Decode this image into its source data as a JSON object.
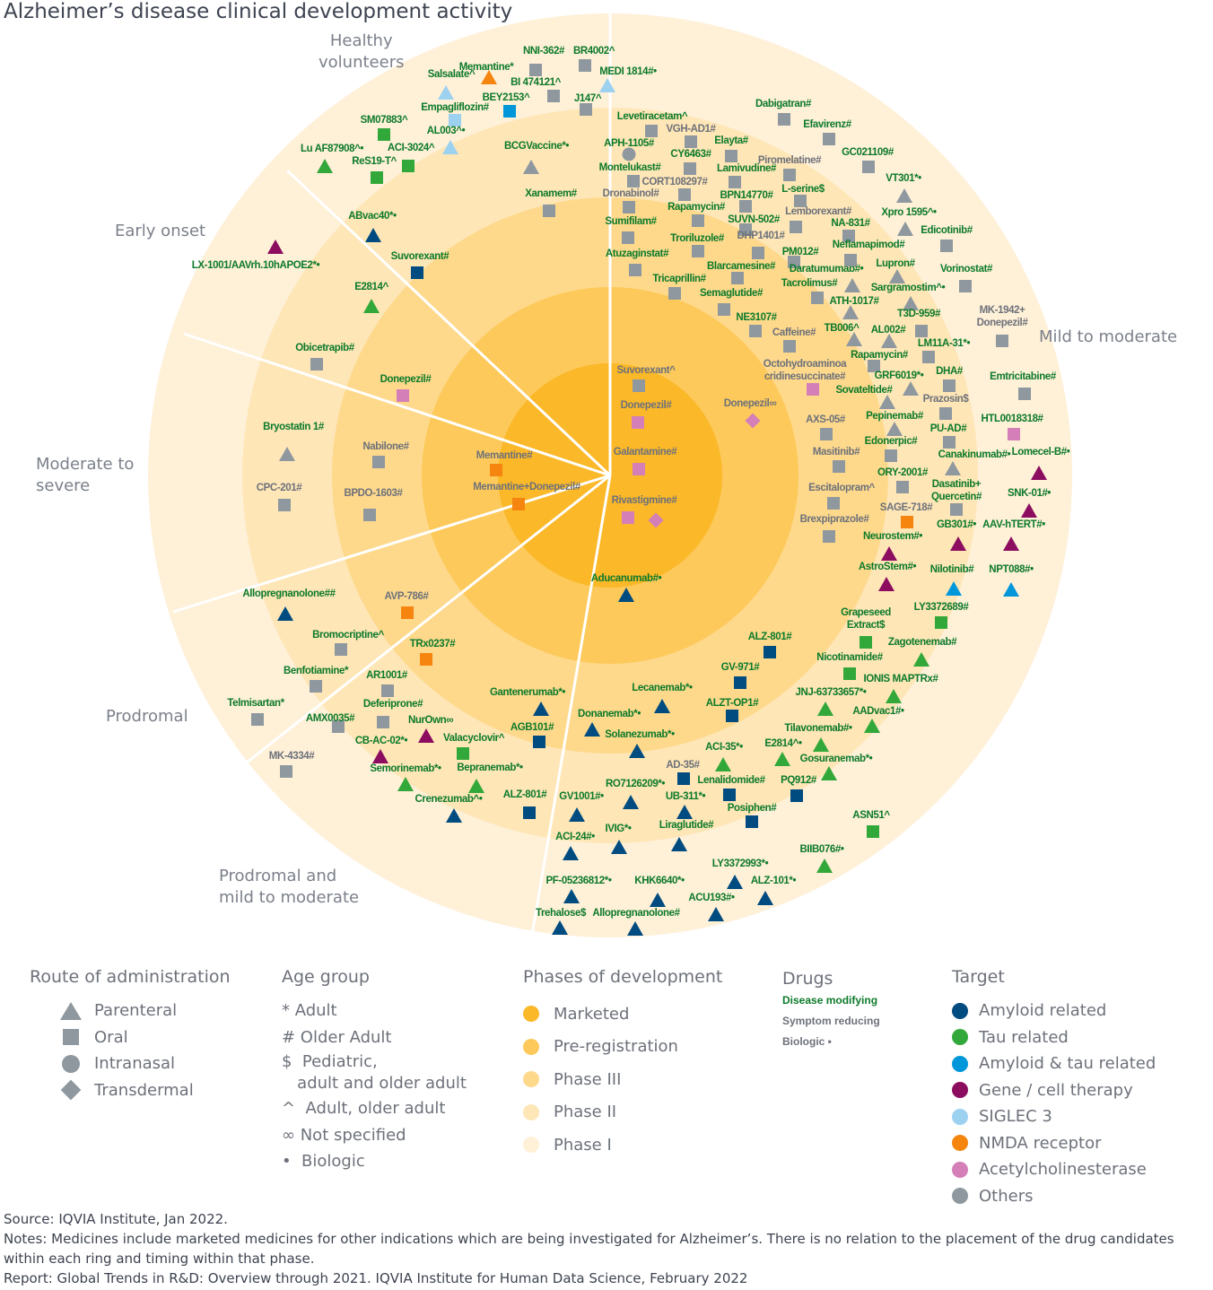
{
  "title": "Alzheimer’s disease clinical development activity",
  "segments": {
    "healthy": "Healthy\nvolunteers",
    "early": "Early onset",
    "severe": "Moderate to\nsevere",
    "prodromal": "Prodromal",
    "prod_mild": "Prodromal and\nmild to moderate",
    "mild": "Mild to moderate"
  },
  "phases": [
    {
      "name": "Marketed",
      "color": "#fbb829"
    },
    {
      "name": "Pre-registration",
      "color": "#fdc95a"
    },
    {
      "name": "Phase III",
      "color": "#fed98c"
    },
    {
      "name": "Phase II",
      "color": "#fee6b7"
    },
    {
      "name": "Phase I",
      "color": "#fff0d8"
    }
  ],
  "targets": [
    {
      "key": "amyloid",
      "name": "Amyloid related",
      "color": "#004b7f"
    },
    {
      "key": "tau",
      "name": "Tau related",
      "color": "#33a83a"
    },
    {
      "key": "both",
      "name": "Amyloid & tau related",
      "color": "#0097da"
    },
    {
      "key": "gene",
      "name": "Gene / cell therapy",
      "color": "#8c0d60"
    },
    {
      "key": "siglec",
      "name": "SIGLEC 3",
      "color": "#9dd1f0"
    },
    {
      "key": "nmda",
      "name": "NMDA receptor",
      "color": "#f5850f"
    },
    {
      "key": "ache",
      "name": "Acetylcholinesterase",
      "color": "#d47fb8"
    },
    {
      "key": "other",
      "name": "Others",
      "color": "#8e989e"
    }
  ],
  "legend": {
    "route_title": "Route of administration",
    "routes": [
      "Parenteral",
      "Oral",
      "Intranasal",
      "Transdermal"
    ],
    "age_title": "Age group",
    "ages": [
      "* Adult",
      "# Older Adult",
      "$  Pediatric,\n   adult and older adult",
      "^  Adult, older adult",
      "∞ Not specified",
      "•  Biologic"
    ],
    "phase_title": "Phases of development",
    "drugs_title": "Drugs",
    "drugs": [
      "Disease modifying",
      "Symptom reducing",
      "Biologic •"
    ],
    "target_title": "Target"
  },
  "drugs": [
    {
      "n": "Memantine*",
      "s": "T",
      "t": "nmda",
      "c": "dm"
    },
    {
      "n": "NNI-362#",
      "s": "S",
      "t": "other",
      "c": "dm"
    },
    {
      "n": "BR4002^",
      "s": "S",
      "t": "other",
      "c": "dm"
    },
    {
      "n": "Salsalate^",
      "s": "T",
      "t": "siglec",
      "c": "dm"
    },
    {
      "n": "BI 474121^",
      "s": "S",
      "t": "other",
      "c": "dm"
    },
    {
      "n": "MEDI 1814#•",
      "s": "T",
      "t": "siglec",
      "c": "dm"
    },
    {
      "n": "BEY2153^",
      "s": "S",
      "t": "both",
      "c": "dm"
    },
    {
      "n": "J147^",
      "s": "S",
      "t": "other",
      "c": "dm"
    },
    {
      "n": "Empagliflozin#",
      "s": "S",
      "t": "siglec",
      "c": "dm"
    },
    {
      "n": "SM07883^",
      "s": "S",
      "t": "tau",
      "c": "dm"
    },
    {
      "n": "AL003^•",
      "s": "T",
      "t": "siglec",
      "c": "dm"
    },
    {
      "n": "Lu AF87908^•",
      "s": "T",
      "t": "tau",
      "c": "dm"
    },
    {
      "n": "ACI-3024^",
      "s": "S",
      "t": "tau",
      "c": "dm"
    },
    {
      "n": "ReS19-T^",
      "s": "S",
      "t": "tau",
      "c": "dm"
    },
    {
      "n": "BCGVaccine*•",
      "s": "T",
      "t": "other",
      "c": "dm"
    },
    {
      "n": "Xanamem#",
      "s": "S",
      "t": "other",
      "c": "dm"
    },
    {
      "n": "ABvac40*•",
      "s": "T",
      "t": "amyloid",
      "c": "dm"
    },
    {
      "n": "LX-1001/AAVrh.10hAPOE2*•",
      "s": "T",
      "t": "gene",
      "c": "dm"
    },
    {
      "n": "Suvorexant#",
      "s": "S",
      "t": "amyloid",
      "c": "dm"
    },
    {
      "n": "E2814^",
      "s": "T",
      "t": "tau",
      "c": "dm"
    },
    {
      "n": "Levetiracetam^",
      "s": "S",
      "t": "other",
      "c": "dm"
    },
    {
      "n": "VGH-AD1#",
      "s": "S",
      "t": "other",
      "c": "sr"
    },
    {
      "n": "APH-1105#",
      "s": "C",
      "t": "other",
      "c": "dm"
    },
    {
      "n": "Elayta#",
      "s": "S",
      "t": "other",
      "c": "dm"
    },
    {
      "n": "CY6463#",
      "s": "S",
      "t": "other",
      "c": "dm"
    },
    {
      "n": "Montelukast#",
      "s": "S",
      "t": "other",
      "c": "dm"
    },
    {
      "n": "Lamivudine#",
      "s": "S",
      "t": "other",
      "c": "dm"
    },
    {
      "n": "CORT108297#",
      "s": "S",
      "t": "other",
      "c": "sr"
    },
    {
      "n": "Piromelatine#",
      "s": "S",
      "t": "other",
      "c": "sr"
    },
    {
      "n": "Dronabinol#",
      "s": "S",
      "t": "other",
      "c": "sr"
    },
    {
      "n": "BPN14770#",
      "s": "S",
      "t": "other",
      "c": "dm"
    },
    {
      "n": "L-serine$",
      "s": "S",
      "t": "other",
      "c": "dm"
    },
    {
      "n": "Rapamycin#",
      "s": "S",
      "t": "other",
      "c": "dm"
    },
    {
      "n": "SUVN-502#",
      "s": "S",
      "t": "other",
      "c": "dm"
    },
    {
      "n": "Lemborexant#",
      "s": "S",
      "t": "other",
      "c": "sr"
    },
    {
      "n": "Sumifilam#",
      "s": "S",
      "t": "other",
      "c": "dm"
    },
    {
      "n": "Troriluzole#",
      "s": "S",
      "t": "other",
      "c": "dm"
    },
    {
      "n": "DHP1401#",
      "s": "S",
      "t": "other",
      "c": "sr"
    },
    {
      "n": "PM012#",
      "s": "S",
      "t": "other",
      "c": "dm"
    },
    {
      "n": "Atuzaginstat#",
      "s": "S",
      "t": "other",
      "c": "dm"
    },
    {
      "n": "Blarcamesine#",
      "s": "S",
      "t": "other",
      "c": "dm"
    },
    {
      "n": "Tricaprillin#",
      "s": "S",
      "t": "other",
      "c": "dm"
    },
    {
      "n": "Semaglutide#",
      "s": "S",
      "t": "other",
      "c": "dm"
    },
    {
      "n": "Daratumumab#•",
      "s": "T",
      "t": "other",
      "c": "dm"
    },
    {
      "n": "Tacrolimus#",
      "s": "S",
      "t": "other",
      "c": "dm"
    },
    {
      "n": "NE3107#",
      "s": "S",
      "t": "other",
      "c": "dm"
    },
    {
      "n": "Caffeine#",
      "s": "S",
      "t": "other",
      "c": "sr"
    },
    {
      "n": "Dabigatran#",
      "s": "S",
      "t": "other",
      "c": "dm"
    },
    {
      "n": "Efavirenz#",
      "s": "S",
      "t": "other",
      "c": "dm"
    },
    {
      "n": "GC021109#",
      "s": "S",
      "t": "other",
      "c": "dm"
    },
    {
      "n": "VT301*•",
      "s": "T",
      "t": "other",
      "c": "dm"
    },
    {
      "n": "NA-831#",
      "s": "S",
      "t": "other",
      "c": "dm"
    },
    {
      "n": "Xpro 1595^•",
      "s": "T",
      "t": "other",
      "c": "dm"
    },
    {
      "n": "Edicotinib#",
      "s": "S",
      "t": "other",
      "c": "dm"
    },
    {
      "n": "Neflamapimod#",
      "s": "S",
      "t": "other",
      "c": "dm"
    },
    {
      "n": "Lupron#",
      "s": "T",
      "t": "other",
      "c": "dm"
    },
    {
      "n": "Vorinostat#",
      "s": "S",
      "t": "other",
      "c": "dm"
    },
    {
      "n": "Sargramostim^•",
      "s": "T",
      "t": "other",
      "c": "dm"
    },
    {
      "n": "ATH-1017#",
      "s": "T",
      "t": "other",
      "c": "dm"
    },
    {
      "n": "T3D-959#",
      "s": "S",
      "t": "other",
      "c": "dm"
    },
    {
      "n": "TB006^",
      "s": "T",
      "t": "other",
      "c": "dm"
    },
    {
      "n": "AL002#",
      "s": "T",
      "t": "other",
      "c": "dm"
    },
    {
      "n": "LM11A-31*•",
      "s": "S",
      "t": "other",
      "c": "dm"
    },
    {
      "n": "Rapamycin#",
      "s": "S",
      "t": "other",
      "c": "dm"
    },
    {
      "n": "MK-1942+\nDonepezil#",
      "s": "S",
      "t": "other",
      "c": "sr"
    },
    {
      "n": "Octohydroaminoa\ncridinesuccinate#",
      "s": "S",
      "t": "ache",
      "c": "sr"
    },
    {
      "n": "GRF6019*•",
      "s": "T",
      "t": "other",
      "c": "dm"
    },
    {
      "n": "DHA#",
      "s": "S",
      "t": "other",
      "c": "dm"
    },
    {
      "n": "Sovateltide#",
      "s": "T",
      "t": "other",
      "c": "dm"
    },
    {
      "n": "Emtricitabine#",
      "s": "S",
      "t": "other",
      "c": "dm"
    },
    {
      "n": "Prazosin$",
      "s": "S",
      "t": "other",
      "c": "sr"
    },
    {
      "n": "Pepinemab#",
      "s": "T",
      "t": "other",
      "c": "dm"
    },
    {
      "n": "HTL0018318#",
      "s": "S",
      "t": "ache",
      "c": "dm"
    },
    {
      "n": "AXS-05#",
      "s": "S",
      "t": "other",
      "c": "sr"
    },
    {
      "n": "PU-AD#",
      "s": "S",
      "t": "other",
      "c": "dm"
    },
    {
      "n": "Edonerpic#",
      "s": "S",
      "t": "other",
      "c": "dm"
    },
    {
      "n": "Masitinib#",
      "s": "S",
      "t": "other",
      "c": "sr"
    },
    {
      "n": "Canakinumab#•",
      "s": "T",
      "t": "other",
      "c": "dm"
    },
    {
      "n": "Lomecel-B#•",
      "s": "T",
      "t": "gene",
      "c": "dm"
    },
    {
      "n": "ORY-2001#",
      "s": "S",
      "t": "other",
      "c": "dm"
    },
    {
      "n": "Dasatinib+\nQuercetin#",
      "s": "S",
      "t": "other",
      "c": "dm"
    },
    {
      "n": "Escitalopram^",
      "s": "S",
      "t": "other",
      "c": "sr"
    },
    {
      "n": "SNK-01#•",
      "s": "T",
      "t": "gene",
      "c": "dm"
    },
    {
      "n": "SAGE-718#",
      "s": "S",
      "t": "nmda",
      "c": "sr"
    },
    {
      "n": "Brexpiprazole#",
      "s": "S",
      "t": "other",
      "c": "sr"
    },
    {
      "n": "GB301#•",
      "s": "T",
      "t": "gene",
      "c": "dm"
    },
    {
      "n": "AAV-hTERT#•",
      "s": "T",
      "t": "gene",
      "c": "dm"
    },
    {
      "n": "Neurostem#•",
      "s": "T",
      "t": "gene",
      "c": "dm"
    },
    {
      "n": "AstroStem#•",
      "s": "T",
      "t": "gene",
      "c": "dm"
    },
    {
      "n": "Nilotinib#",
      "s": "T",
      "t": "both",
      "c": "dm"
    },
    {
      "n": "NPT088#•",
      "s": "T",
      "t": "both",
      "c": "dm"
    },
    {
      "n": "Suvorexant^",
      "s": "S",
      "t": "other",
      "c": "sr"
    },
    {
      "n": "Donepezil#",
      "s": "S",
      "t": "ache",
      "c": "sr"
    },
    {
      "n": "Donepezil∞",
      "s": "D",
      "t": "ache",
      "c": "sr"
    },
    {
      "n": "Galantamine#",
      "s": "S",
      "t": "ache",
      "c": "sr"
    },
    {
      "n": "Rivastigmine#",
      "s": "S",
      "s2": "D",
      "t": "ache",
      "c": "sr"
    },
    {
      "n": "Memantine#",
      "s": "S",
      "t": "nmda",
      "c": "sr"
    },
    {
      "n": "Memantine+Donepezil#",
      "s": "S",
      "t": "nmda",
      "c": "sr"
    },
    {
      "n": "Aducanumab#•",
      "s": "T",
      "t": "amyloid",
      "c": "dm"
    },
    {
      "n": "Donepezil#",
      "s": "S",
      "t": "ache",
      "c": "dm"
    },
    {
      "n": "Obicetrapib#",
      "s": "S",
      "t": "other",
      "c": "dm"
    },
    {
      "n": "Bryostatin 1#",
      "s": "T",
      "t": "other",
      "c": "dm"
    },
    {
      "n": "Nabilone#",
      "s": "S",
      "t": "other",
      "c": "sr"
    },
    {
      "n": "CPC-201#",
      "s": "S",
      "t": "other",
      "c": "sr"
    },
    {
      "n": "BPDO-1603#",
      "s": "S",
      "t": "other",
      "c": "sr"
    },
    {
      "n": "Allopregnanolone##",
      "s": "T",
      "t": "amyloid",
      "c": "dm"
    },
    {
      "n": "AVP-786#",
      "s": "S",
      "t": "nmda",
      "c": "sr"
    },
    {
      "n": "Bromocriptine^",
      "s": "S",
      "t": "other",
      "c": "dm"
    },
    {
      "n": "TRx0237#",
      "s": "S",
      "t": "nmda",
      "c": "dm"
    },
    {
      "n": "Benfotiamine*",
      "s": "S",
      "t": "other",
      "c": "dm"
    },
    {
      "n": "AR1001#",
      "s": "S",
      "t": "other",
      "c": "dm"
    },
    {
      "n": "Telmisartan*",
      "s": "S",
      "t": "other",
      "c": "dm"
    },
    {
      "n": "AMX0035#",
      "s": "S",
      "t": "other",
      "c": "dm"
    },
    {
      "n": "Deferiprone#",
      "s": "S",
      "t": "other",
      "c": "dm"
    },
    {
      "n": "NurOwn∞",
      "s": "T",
      "t": "gene",
      "c": "dm"
    },
    {
      "n": "CB-AC-02*•",
      "s": "T",
      "t": "gene",
      "c": "dm"
    },
    {
      "n": "Valacyclovir^",
      "s": "S",
      "t": "tau",
      "c": "dm"
    },
    {
      "n": "MK-4334#",
      "s": "S",
      "t": "other",
      "c": "sr"
    },
    {
      "n": "Semorinemab*•",
      "s": "T",
      "t": "tau",
      "c": "dm"
    },
    {
      "n": "Bepranemab*•",
      "s": "T",
      "t": "tau",
      "c": "dm"
    },
    {
      "n": "Crenezumab^•",
      "s": "T",
      "t": "amyloid",
      "c": "dm"
    },
    {
      "n": "ALZ-801#",
      "s": "S",
      "t": "amyloid",
      "c": "dm"
    },
    {
      "n": "Gantenerumab*•",
      "s": "T",
      "t": "amyloid",
      "c": "dm"
    },
    {
      "n": "AGB101#",
      "s": "S",
      "t": "amyloid",
      "c": "dm"
    },
    {
      "n": "Lecanemab*•",
      "s": "T",
      "t": "amyloid",
      "c": "dm"
    },
    {
      "n": "Donanemab*•",
      "s": "T",
      "t": "amyloid",
      "c": "dm"
    },
    {
      "n": "Solanezumab*•",
      "s": "T",
      "t": "amyloid",
      "c": "dm"
    },
    {
      "n": "ALZ-801#",
      "s": "S",
      "t": "amyloid",
      "c": "dm"
    },
    {
      "n": "GV-971#",
      "s": "S",
      "t": "amyloid",
      "c": "dm"
    },
    {
      "n": "ALZT-OP1#",
      "s": "S",
      "t": "amyloid",
      "c": "dm"
    },
    {
      "n": "AD-35#",
      "s": "S",
      "t": "amyloid",
      "c": "sr"
    },
    {
      "n": "ACI-35*•",
      "s": "T",
      "t": "tau",
      "c": "dm"
    },
    {
      "n": "Lenalidomide#",
      "s": "S",
      "t": "amyloid",
      "c": "dm"
    },
    {
      "n": "PQ912#",
      "s": "S",
      "t": "amyloid",
      "c": "dm"
    },
    {
      "n": "Posiphen#",
      "s": "S",
      "t": "amyloid",
      "c": "dm"
    },
    {
      "n": "RO7126209*•",
      "s": "T",
      "t": "amyloid",
      "c": "dm"
    },
    {
      "n": "UB-311*•",
      "s": "T",
      "t": "amyloid",
      "c": "dm"
    },
    {
      "n": "GV1001#•",
      "s": "T",
      "t": "amyloid",
      "c": "dm"
    },
    {
      "n": "Liraglutide#",
      "s": "T",
      "t": "amyloid",
      "c": "dm"
    },
    {
      "n": "IVIG*•",
      "s": "T",
      "t": "amyloid",
      "c": "dm"
    },
    {
      "n": "ACI-24#•",
      "s": "T",
      "t": "amyloid",
      "c": "dm"
    },
    {
      "n": "LY3372993*•",
      "s": "T",
      "t": "amyloid",
      "c": "dm"
    },
    {
      "n": "ALZ-101*•",
      "s": "T",
      "t": "amyloid",
      "c": "dm"
    },
    {
      "n": "KHK6640*•",
      "s": "T",
      "t": "amyloid",
      "c": "dm"
    },
    {
      "n": "PF-05236812*•",
      "s": "T",
      "t": "amyloid",
      "c": "dm"
    },
    {
      "n": "ACU193#•",
      "s": "T",
      "t": "amyloid",
      "c": "dm"
    },
    {
      "n": "Trehalose$",
      "s": "T",
      "t": "amyloid",
      "c": "dm"
    },
    {
      "n": "Allopregnanolone#",
      "s": "T",
      "t": "amyloid",
      "c": "dm"
    },
    {
      "n": "Grapeseed\nExtract$",
      "s": "S",
      "t": "tau",
      "c": "dm"
    },
    {
      "n": "LY3372689#",
      "s": "S",
      "t": "tau",
      "c": "dm"
    },
    {
      "n": "Zagotenemab#",
      "s": "T",
      "t": "tau",
      "c": "dm"
    },
    {
      "n": "Nicotinamide#",
      "s": "S",
      "t": "tau",
      "c": "dm"
    },
    {
      "n": "IONIS MAPTRx#",
      "s": "T",
      "t": "tau",
      "c": "dm"
    },
    {
      "n": "JNJ-63733657*•",
      "s": "T",
      "t": "tau",
      "c": "dm"
    },
    {
      "n": "AADvac1#•",
      "s": "T",
      "t": "tau",
      "c": "dm"
    },
    {
      "n": "Tilavonemab#•",
      "s": "T",
      "t": "tau",
      "c": "dm"
    },
    {
      "n": "E2814^•",
      "s": "T",
      "t": "tau",
      "c": "dm"
    },
    {
      "n": "Gosuranemab*•",
      "s": "T",
      "t": "tau",
      "c": "dm"
    },
    {
      "n": "ASN51^",
      "s": "S",
      "t": "tau",
      "c": "dm"
    },
    {
      "n": "BIIB076#•",
      "s": "T",
      "t": "tau",
      "c": "dm"
    }
  ],
  "footer": {
    "source": "Source: IQVIA Institute, Jan 2022.",
    "notes": "Notes: Medicines include marketed medicines for other indications which are being investigated for Alzheimer’s. There is no relation to the placement of the drug candidates within each ring and timing within that phase.",
    "report": "Report: Global Trends in R&D: Overview through 2021. IQVIA Institute for Human Data Science, February 2022"
  }
}
